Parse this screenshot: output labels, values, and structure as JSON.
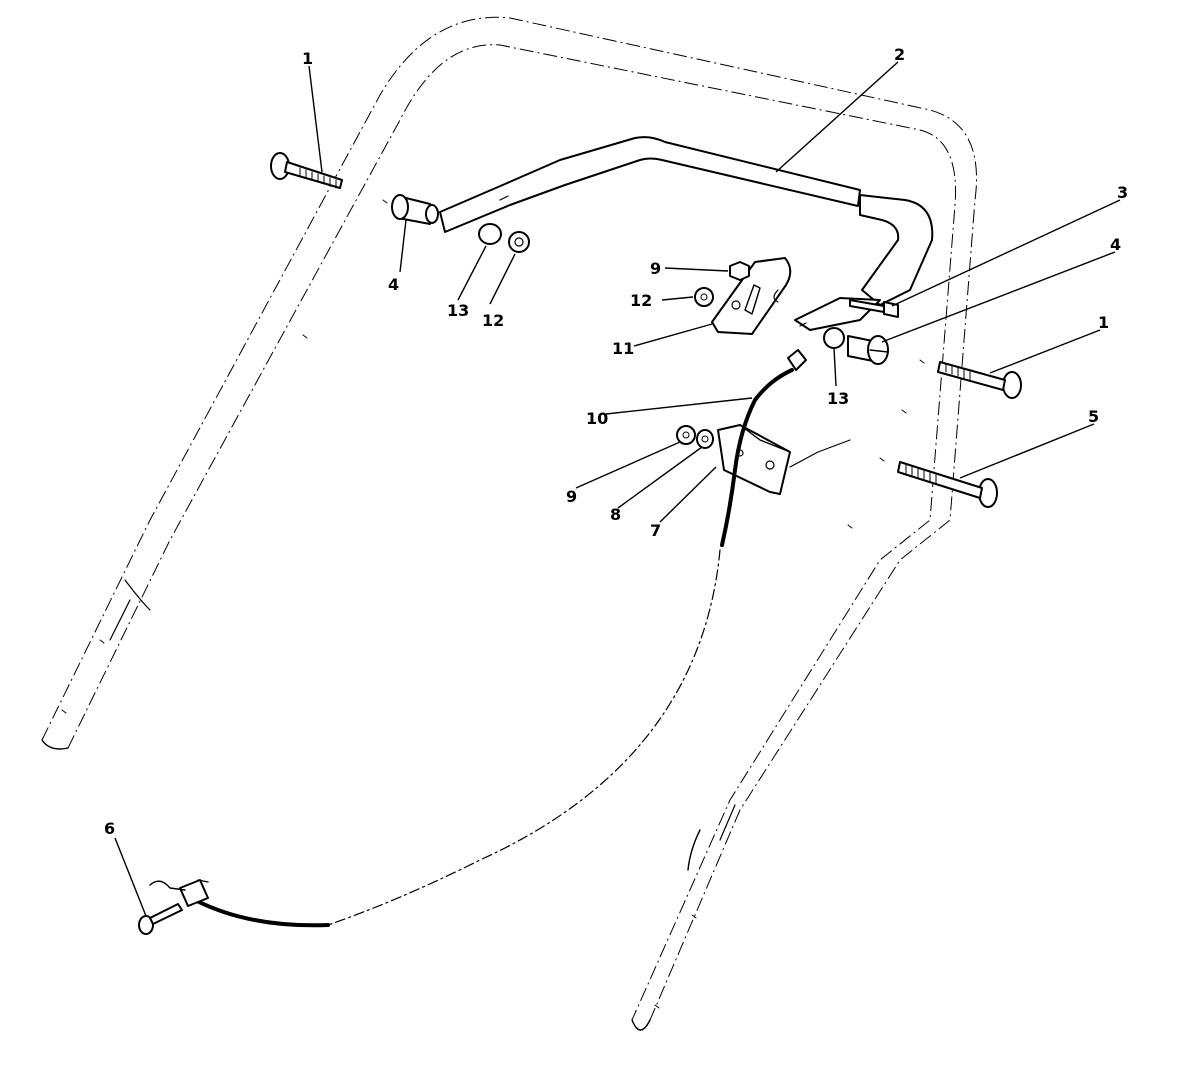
{
  "figure": "Handle assembly (exploded view)",
  "callouts": {
    "c1a": "1",
    "c2": "2",
    "c3": "3",
    "c4a": "4",
    "c4b": "4",
    "c1b": "1",
    "c5": "5",
    "c6": "6",
    "c7": "7",
    "c8": "8",
    "c9a": "9",
    "c9b": "9",
    "c10": "10",
    "c11": "11",
    "c12a": "12",
    "c12b": "12",
    "c13a": "13",
    "c13b": "13"
  }
}
